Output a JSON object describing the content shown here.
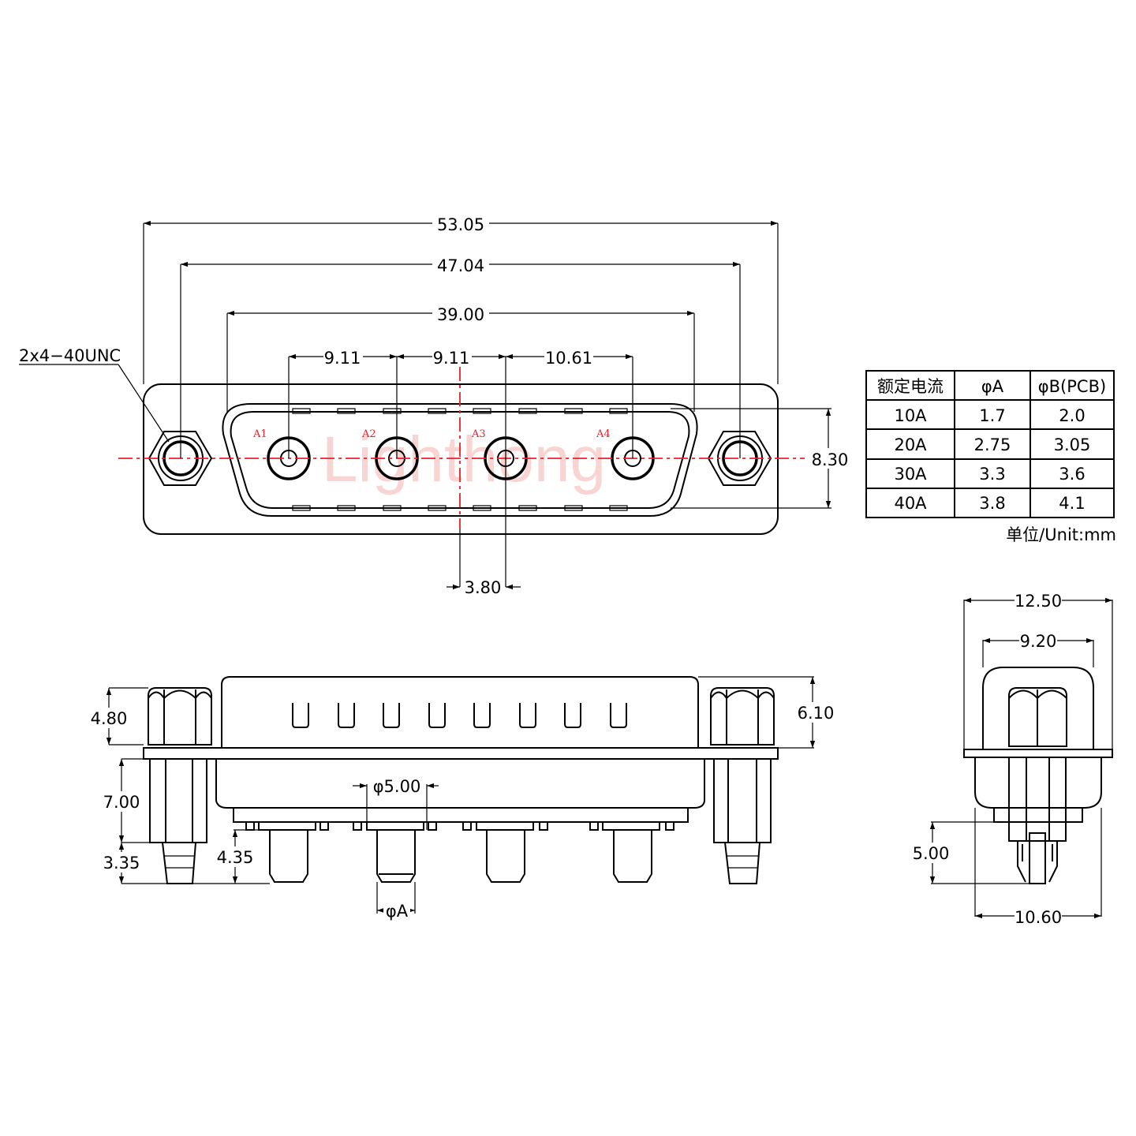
{
  "top_view": {
    "thread_label": "2x4−40UNC",
    "dims": {
      "overall": "53.05",
      "mount_pitch": "47.04",
      "shell": "39.00",
      "pitch_1": "9.11",
      "pitch_2": "9.11",
      "pitch_3": "10.61",
      "height": "8.30",
      "offset": "3.80"
    },
    "pins": [
      "A1",
      "A2",
      "A3",
      "A4"
    ],
    "watermark": "Lighthong"
  },
  "table": {
    "headers": [
      "额定电流",
      "φA",
      "φB(PCB)"
    ],
    "rows": [
      [
        "10A",
        "1.7",
        "2.0"
      ],
      [
        "20A",
        "2.75",
        "3.05"
      ],
      [
        "30A",
        "3.3",
        "3.6"
      ],
      [
        "40A",
        "3.8",
        "4.1"
      ]
    ],
    "unit": "单位/Unit:mm"
  },
  "front_view": {
    "dims": {
      "nut_height": "4.80",
      "shell_height": "6.10",
      "standoff": "7.00",
      "tail_short": "3.35",
      "tail_pin": "4.35",
      "pin_diameter": "φ5.00",
      "phi_a": "φA"
    }
  },
  "side_view": {
    "dims": {
      "overall_width": "12.50",
      "shell_width": "9.20",
      "tail_height": "5.00",
      "bottom_width": "10.60"
    }
  }
}
